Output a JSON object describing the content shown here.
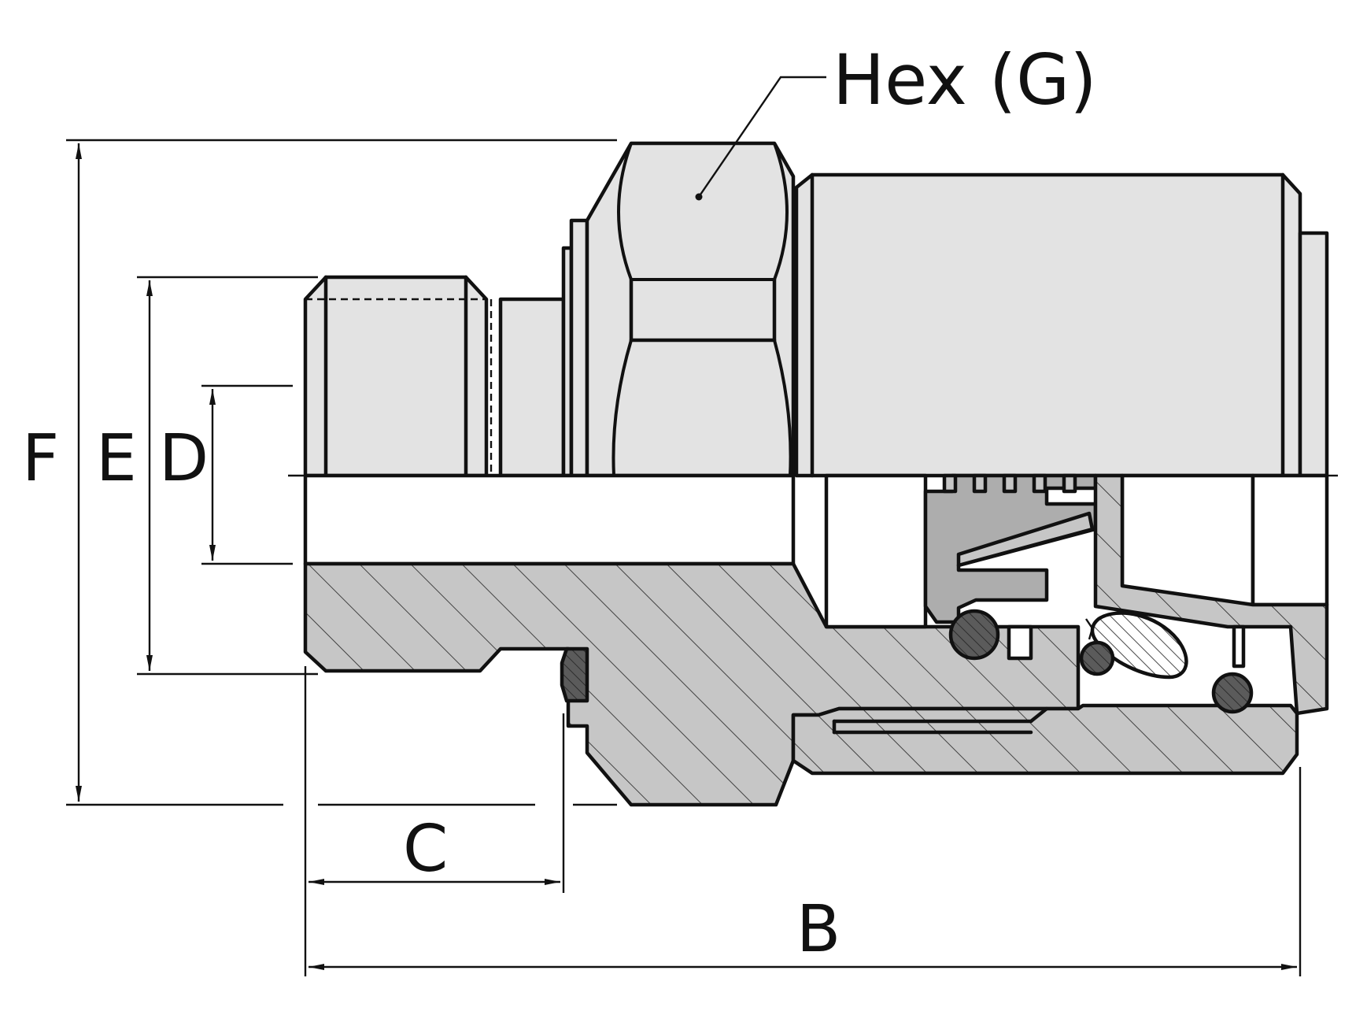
{
  "labels": {
    "hex": "Hex (G)",
    "f": "F",
    "e": "E",
    "d": "D",
    "c": "C",
    "b": "B"
  },
  "colors": {
    "line": "#111111",
    "body_fill": "#e3e3e3",
    "section_fill": "#c6c6c6",
    "insert_fill": "#adadad",
    "seal_fill": "#555555",
    "bore_fill": "#ffffff"
  }
}
